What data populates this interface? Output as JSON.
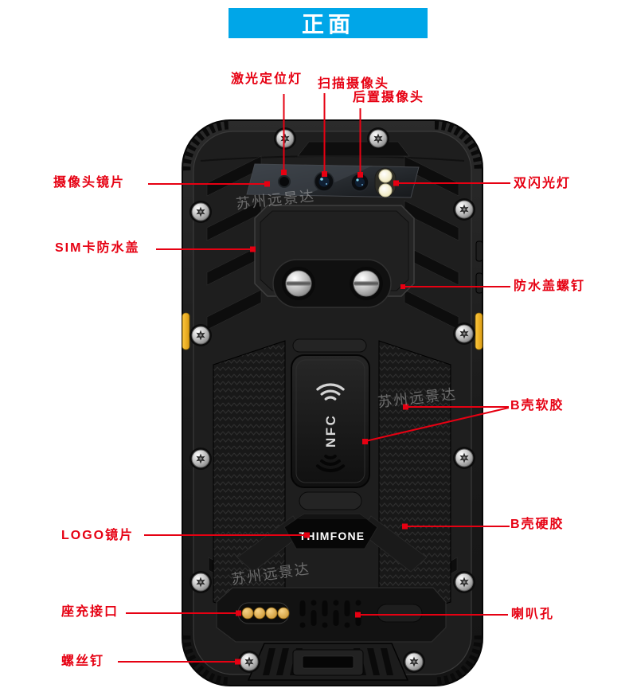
{
  "banner": {
    "title": "正面"
  },
  "phone": {
    "brand_logo": "THIMFONE",
    "nfc_label": "NFC"
  },
  "watermark": {
    "text": "苏州远景达"
  },
  "colors": {
    "banner_blue": "#00a6e8",
    "label_red": "#e60012",
    "body_black": "#1a1a1a",
    "button_yellow": "#f2b01e",
    "pin_gold": "#dca94a",
    "flash_yellow": "#f1e9bc",
    "screw_silver": "#c9c9c9"
  },
  "labels": {
    "top": [
      {
        "id": "laser-light",
        "text": "激光定位灯"
      },
      {
        "id": "scan-camera",
        "text": "扫描摄像头"
      },
      {
        "id": "rear-camera",
        "text": "后置摄像头"
      }
    ],
    "left": [
      {
        "id": "camera-lens",
        "text": "摄像头镜片"
      },
      {
        "id": "sim-cover",
        "text": "SIM卡防水盖"
      },
      {
        "id": "logo-lens",
        "text": "LOGO镜片"
      },
      {
        "id": "dock-port",
        "text": "座充接口"
      },
      {
        "id": "screw",
        "text": "螺丝钉"
      }
    ],
    "right": [
      {
        "id": "dual-flash",
        "text": "双闪光灯"
      },
      {
        "id": "cover-screw",
        "text": "防水盖螺钉"
      },
      {
        "id": "soft-shell",
        "text": "B壳软胶"
      },
      {
        "id": "hard-shell",
        "text": "B壳硬胶"
      },
      {
        "id": "speaker-hole",
        "text": "喇叭孔"
      }
    ]
  }
}
